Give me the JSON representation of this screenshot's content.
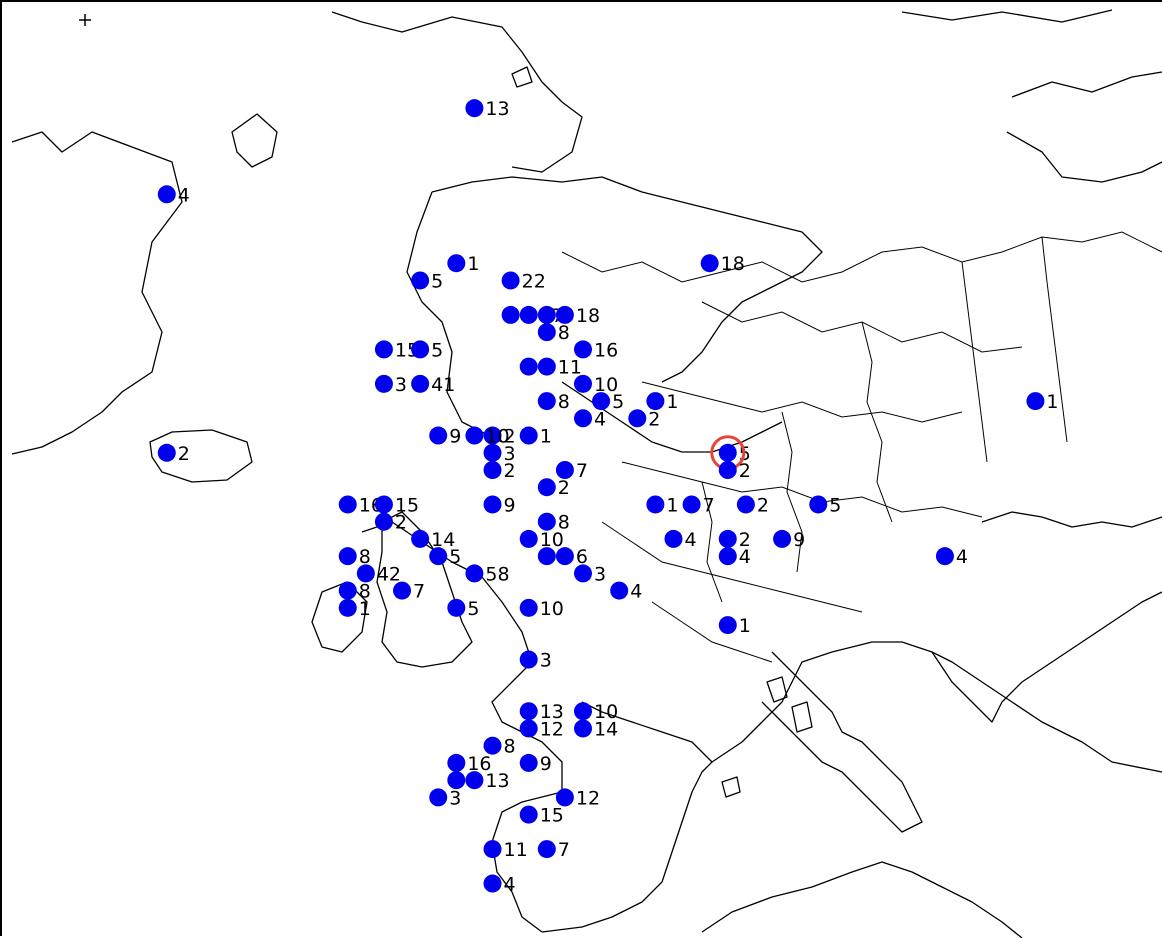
{
  "map": {
    "selection_color": "#e8433a",
    "marker_color": "#0000ee",
    "selected_site_index": 60
  },
  "sites": [
    {
      "label": "13",
      "lon": -5,
      "lat": 71
    },
    {
      "label": "4",
      "lon": -22,
      "lat": 66
    },
    {
      "label": "1",
      "lon": -6,
      "lat": 62
    },
    {
      "label": "5",
      "lon": -8,
      "lat": 61
    },
    {
      "label": "22",
      "lon": -3,
      "lat": 61
    },
    {
      "label": "18",
      "lon": 8,
      "lat": 62
    },
    {
      "label": "3",
      "lon": -3,
      "lat": 59
    },
    {
      "label": "37",
      "lon": -2,
      "lat": 59
    },
    {
      "label": "1",
      "lon": -1,
      "lat": 59
    },
    {
      "label": "18",
      "lon": 0,
      "lat": 59
    },
    {
      "label": "8",
      "lon": -1,
      "lat": 58
    },
    {
      "label": "15",
      "lon": -10,
      "lat": 57
    },
    {
      "label": "5",
      "lon": -8,
      "lat": 57
    },
    {
      "label": "16",
      "lon": 1,
      "lat": 57
    },
    {
      "label": "9",
      "lon": -2,
      "lat": 56
    },
    {
      "label": "11",
      "lon": -1,
      "lat": 56
    },
    {
      "label": "3",
      "lon": -10,
      "lat": 55
    },
    {
      "label": "41",
      "lon": -8,
      "lat": 55
    },
    {
      "label": "10",
      "lon": 1,
      "lat": 55
    },
    {
      "label": "8",
      "lon": -1,
      "lat": 54
    },
    {
      "label": "5",
      "lon": 2,
      "lat": 54
    },
    {
      "label": "1",
      "lon": 5,
      "lat": 54
    },
    {
      "label": "4",
      "lon": 1,
      "lat": 53
    },
    {
      "label": "2",
      "lon": 4,
      "lat": 53
    },
    {
      "label": "1",
      "lon": 26,
      "lat": 54
    },
    {
      "label": "2",
      "lon": -22,
      "lat": 51
    },
    {
      "label": "2",
      "lon": -4,
      "lat": 52
    },
    {
      "label": "1",
      "lon": -2,
      "lat": 52
    },
    {
      "label": "10",
      "lon": -5,
      "lat": 52
    },
    {
      "label": "9",
      "lon": -7,
      "lat": 52
    },
    {
      "label": "3",
      "lon": -4,
      "lat": 51
    },
    {
      "label": "2",
      "lon": -4,
      "lat": 50
    },
    {
      "label": "7",
      "lon": 0,
      "lat": 50
    },
    {
      "label": "2",
      "lon": -1,
      "lat": 49
    },
    {
      "label": "16",
      "lon": -12,
      "lat": 48
    },
    {
      "label": "15",
      "lon": -10,
      "lat": 48
    },
    {
      "label": "9",
      "lon": -4,
      "lat": 48
    },
    {
      "label": "8",
      "lon": -1,
      "lat": 47
    },
    {
      "label": "2",
      "lon": -10,
      "lat": 47
    },
    {
      "label": "14",
      "lon": -8,
      "lat": 46
    },
    {
      "label": "10",
      "lon": -2,
      "lat": 46
    },
    {
      "label": "4",
      "lon": -1,
      "lat": 45
    },
    {
      "label": "5",
      "lon": -7,
      "lat": 45
    },
    {
      "label": "8",
      "lon": -12,
      "lat": 45
    },
    {
      "label": "42",
      "lon": -11,
      "lat": 44
    },
    {
      "label": "58",
      "lon": -5,
      "lat": 44
    },
    {
      "label": "6",
      "lon": 0,
      "lat": 45
    },
    {
      "label": "3",
      "lon": 1,
      "lat": 44
    },
    {
      "label": "4",
      "lon": 3,
      "lat": 43
    },
    {
      "label": "8",
      "lon": -12,
      "lat": 43
    },
    {
      "label": "1",
      "lon": -12,
      "lat": 42
    },
    {
      "label": "7",
      "lon": -9,
      "lat": 43
    },
    {
      "label": "5",
      "lon": -6,
      "lat": 42
    },
    {
      "label": "10",
      "lon": -2,
      "lat": 42
    },
    {
      "label": "3",
      "lon": -2,
      "lat": 39
    },
    {
      "label": "13",
      "lon": -2,
      "lat": 36
    },
    {
      "label": "10",
      "lon": 1,
      "lat": 36
    },
    {
      "label": "12",
      "lon": -2,
      "lat": 35
    },
    {
      "label": "14",
      "lon": 1,
      "lat": 35
    },
    {
      "label": "8",
      "lon": -4,
      "lat": 34
    },
    {
      "label": "5",
      "lon": 9,
      "lat": 51
    },
    {
      "label": "2",
      "lon": 9,
      "lat": 50
    },
    {
      "label": "2",
      "lon": 10,
      "lat": 48
    },
    {
      "label": "7",
      "lon": 7,
      "lat": 48
    },
    {
      "label": "1",
      "lon": 5,
      "lat": 48
    },
    {
      "label": "4",
      "lon": 6,
      "lat": 46
    },
    {
      "label": "2",
      "lon": 9,
      "lat": 46
    },
    {
      "label": "4",
      "lon": 9,
      "lat": 45
    },
    {
      "label": "9",
      "lon": 12,
      "lat": 46
    },
    {
      "label": "5",
      "lon": 14,
      "lat": 48
    },
    {
      "label": "4",
      "lon": 21,
      "lat": 45
    },
    {
      "label": "1",
      "lon": 9,
      "lat": 41
    },
    {
      "label": "16",
      "lon": -6,
      "lat": 33
    },
    {
      "label": "9",
      "lon": -2,
      "lat": 33
    },
    {
      "label": "1",
      "lon": -6,
      "lat": 32
    },
    {
      "label": "13",
      "lon": -5,
      "lat": 32
    },
    {
      "label": "3",
      "lon": -7,
      "lat": 31
    },
    {
      "label": "12",
      "lon": 0,
      "lat": 31
    },
    {
      "label": "15",
      "lon": -2,
      "lat": 30
    },
    {
      "label": "11",
      "lon": -4,
      "lat": 28
    },
    {
      "label": "7",
      "lon": -1,
      "lat": 28
    },
    {
      "label": "4",
      "lon": -4,
      "lat": 26
    }
  ]
}
